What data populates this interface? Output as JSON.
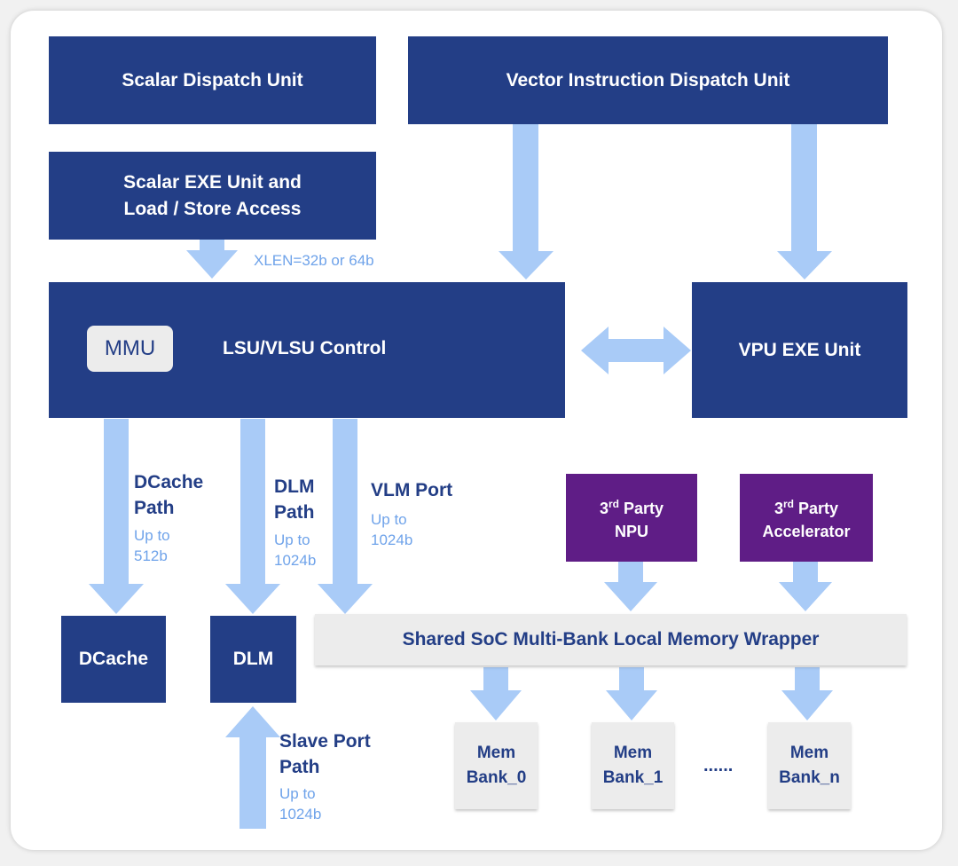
{
  "blocks": {
    "scalar_dispatch": "Scalar Dispatch Unit",
    "vector_dispatch": "Vector Instruction Dispatch Unit",
    "scalar_exe_line1": "Scalar EXE Unit and",
    "scalar_exe_line2": "Load / Store Access",
    "lsu_control": "LSU/VLSU Control",
    "mmu": "MMU",
    "vpu_exe": "VPU EXE Unit",
    "npu_line1_prefix": "3",
    "npu_line1_sup": "rd",
    "npu_line1_suffix": " Party",
    "npu_line2": "NPU",
    "acc_line1_prefix": "3",
    "acc_line1_sup": "rd",
    "acc_line1_suffix": " Party",
    "acc_line2": "Accelerator",
    "shared_memory": "Shared SoC Multi-Bank Local Memory Wrapper",
    "dcache": "DCache",
    "dlm": "DLM",
    "mem_bank_0_line1": "Mem",
    "mem_bank_0_line2": "Bank_0",
    "mem_bank_1_line1": "Mem",
    "mem_bank_1_line2": "Bank_1",
    "mem_bank_n_line1": "Mem",
    "mem_bank_n_line2": "Bank_n",
    "ellipsis": "......"
  },
  "labels": {
    "xlen": "XLEN=32b or 64b",
    "dcache_path_line1": "DCache",
    "dcache_path_line2": "Path",
    "dcache_width_line1": "Up to",
    "dcache_width_line2": "512b",
    "dlm_path_line1": "DLM",
    "dlm_path_line2": "Path",
    "dlm_width_line1": "Up to",
    "dlm_width_line2": "1024b",
    "vlm_port": "VLM Port",
    "vlm_width_line1": "Up to",
    "vlm_width_line2": "1024b",
    "slave_path_line1": "Slave Port",
    "slave_path_line2": "Path",
    "slave_width_line1": "Up to",
    "slave_width_line2": "1024b"
  },
  "colors": {
    "block_blue": "#233e86",
    "block_purple": "#5f1d86",
    "block_grey": "#ececec",
    "arrow_blue": "#a9cbf7",
    "sub_text": "#6fa3ea"
  }
}
